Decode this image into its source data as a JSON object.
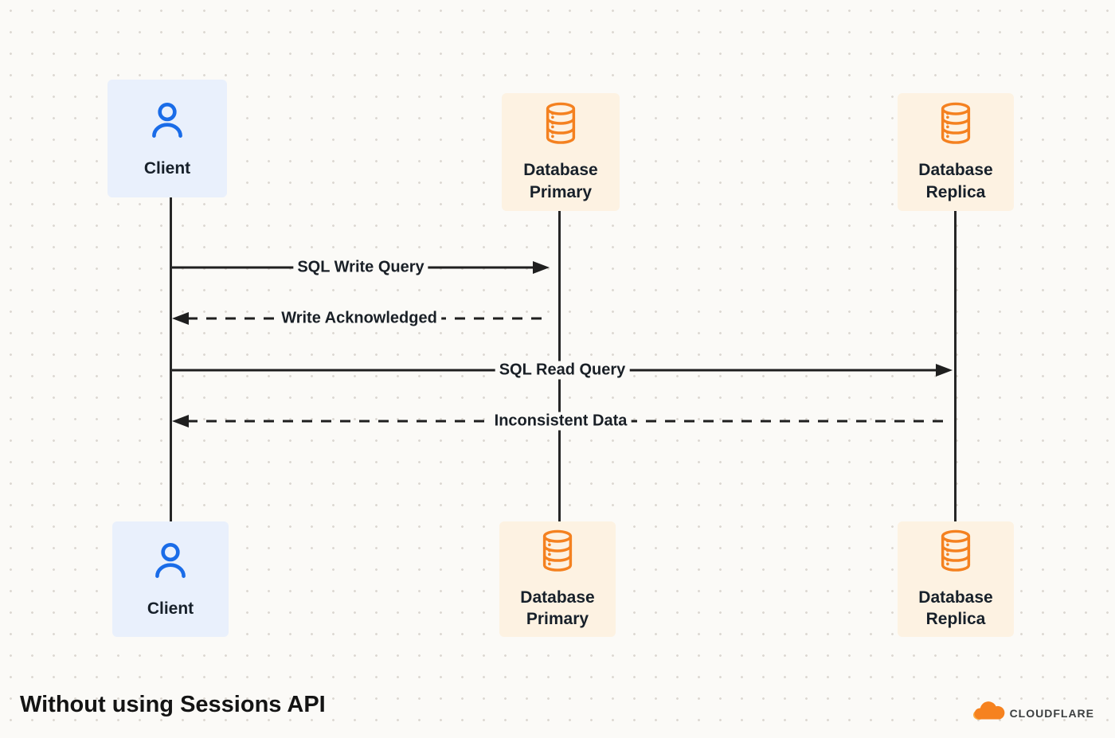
{
  "title": "Without using Sessions API",
  "brand": {
    "name": "CLOUDFLARE"
  },
  "actors": {
    "client": {
      "label": "Client"
    },
    "primary": {
      "line1": "Database",
      "line2": "Primary"
    },
    "replica": {
      "line1": "Database",
      "line2": "Replica"
    }
  },
  "messages": [
    {
      "label": "SQL Write Query",
      "from": "Client",
      "to": "Database Primary",
      "line_style": "solid",
      "direction": "right"
    },
    {
      "label": "Write Acknowledged",
      "from": "Database Primary",
      "to": "Client",
      "line_style": "dashed",
      "direction": "left"
    },
    {
      "label": "SQL Read Query",
      "from": "Client",
      "to": "Database Replica",
      "line_style": "solid",
      "direction": "right"
    },
    {
      "label": "Inconsistent Data",
      "from": "Database Replica",
      "to": "Client",
      "line_style": "dashed",
      "direction": "left"
    }
  ],
  "icons": {
    "client": "person-icon",
    "primary": "database-icon",
    "replica": "database-icon",
    "brand": "cloudflare-cloud-icon"
  },
  "colors": {
    "accent_blue": "#1a6ce8",
    "accent_orange": "#f48120",
    "client_box_bg": "#e9f0fc",
    "db_box_bg": "#fdf2e2",
    "line": "#1f1f1f",
    "background": "#fbfaf7"
  }
}
